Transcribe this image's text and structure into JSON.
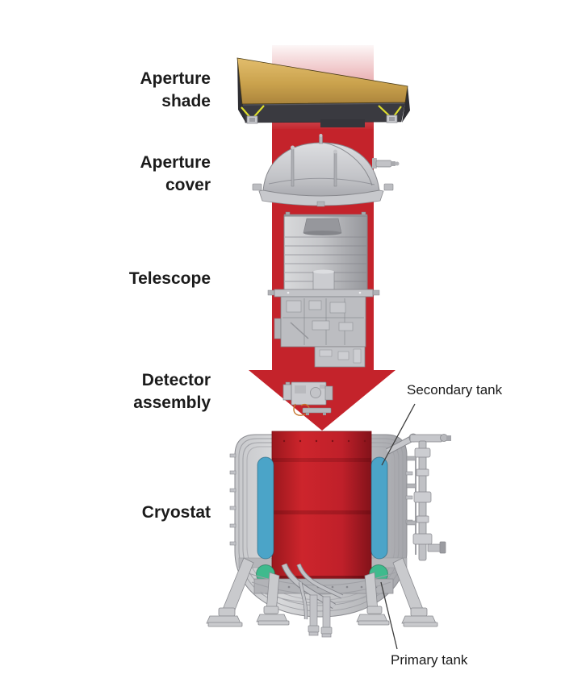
{
  "labels": {
    "aperture_shade": "Aperture shade",
    "aperture_cover": "Aperture cover",
    "telescope": "Telescope",
    "detector_assembly": "Detector assembly",
    "cryostat": "Cryostat",
    "secondary_tank": "Secondary tank",
    "primary_tank": "Primary tank"
  },
  "colors": {
    "arrow_red": "#c4232b",
    "shade_gold": "#c9a14c",
    "secondary_tank_blue": "#4ba4c8",
    "primary_tank_green": "#3fba8d",
    "machinery_gray": "#c2c3c7",
    "leader_line": "#3c3c3c",
    "label_text": "#1b1b1b"
  }
}
